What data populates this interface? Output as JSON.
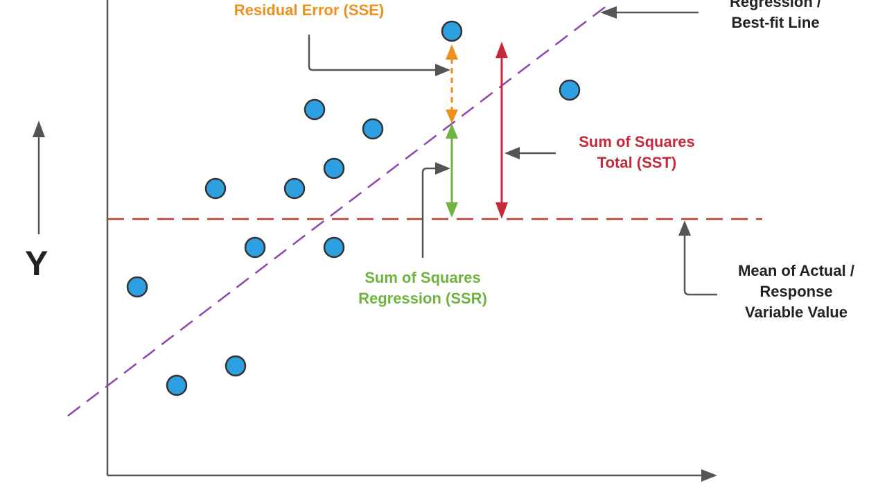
{
  "colors": {
    "axis": "#555555",
    "point_fill": "#2e9fe0",
    "point_stroke": "#333333",
    "regression_line": "#8e44ad",
    "mean_line": "#c0392b",
    "sse": "#ef8f1d",
    "ssr": "#6fb43f",
    "sst": "#c62a3a",
    "callout": "#555555",
    "text_dark": "#222222"
  },
  "labels": {
    "y_axis": "Y",
    "sse": "Residual Error (SSE)",
    "regression_line_1": "Regression /",
    "regression_line_2": "Best-fit Line",
    "sst_1": "Sum of Squares",
    "sst_2": "Total (SST)",
    "ssr_1": "Sum of Squares",
    "ssr_2": "Regression (SSR)",
    "mean_1": "Mean of Actual /",
    "mean_2": "Response",
    "mean_3": "Variable Value"
  }
}
